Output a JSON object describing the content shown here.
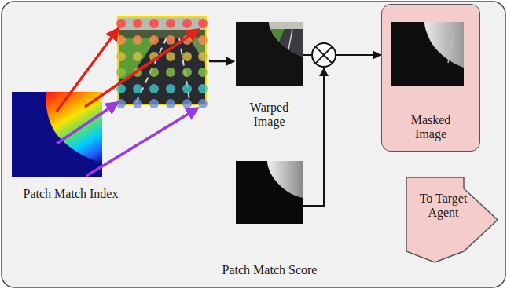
{
  "diagram": {
    "nodes": [
      {
        "text": [
          "Patch Match Index"
        ]
      },
      {
        "text": [
          "Warped Image"
        ]
      },
      {
        "text": [
          "Patch Match Score"
        ]
      },
      {
        "text": [
          "Masked Image"
        ]
      },
      {
        "text": [
          "To Target Agent"
        ]
      }
    ],
    "edges": [
      {
        "from": 1,
        "to": 3,
        "arrow": "to"
      },
      {
        "from": 2,
        "to": 3,
        "arrow": "to"
      }
    ]
  }
}
